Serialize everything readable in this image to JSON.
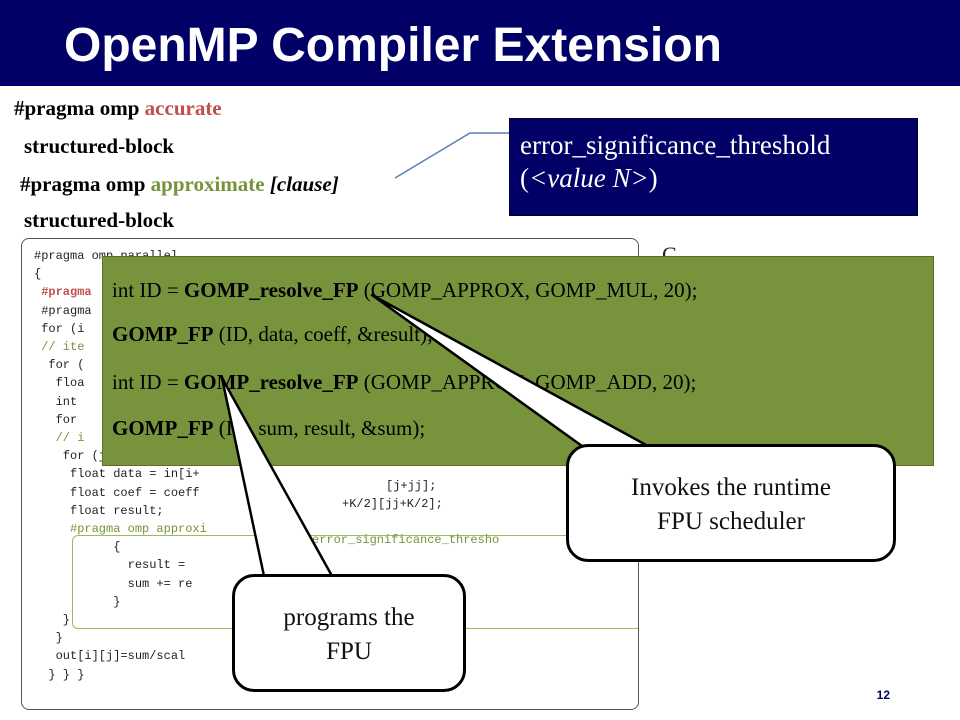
{
  "slide": {
    "title": "OpenMP Compiler Extension",
    "page_number": "12"
  },
  "syntax": {
    "line1_prefix": "#pragma omp ",
    "line1_keyword": "accurate",
    "line2": "structured-block",
    "line3_prefix": "#pragma omp ",
    "line3_keyword": "approximate",
    "line3_clause": "[clause]",
    "line4": "structured-block"
  },
  "clause_box": {
    "line1": "error_significance_threshold",
    "line2_open": "(",
    "line2_value": "<value N>",
    "line2_close": ")"
  },
  "code": {
    "lines": [
      "#pragma omp parallel",
      "{",
      " #pragma",
      " #pragma",
      " for (i",
      " // ite",
      "  for (",
      "   floa",
      "   int ",
      "   for ",
      "   // i",
      "    for (jj = -K/2; jj <= K/2; ++jj) {",
      "     float data = in[i+",
      "     float coef = coeff",
      "     float result;",
      "     #pragma omp approxi",
      "           {",
      "             result = ",
      "             sum += re",
      "           }",
      "    }",
      "   }",
      "   out[i][j]=sum/scal",
      "  } } }"
    ],
    "fragments": {
      "data_tail": "[j+jj];",
      "coef_tail": "+K/2][jj+K/2];",
      "pragma_tail": "error_significance_thresho"
    }
  },
  "right_text": "C",
  "overlay": {
    "lines": [
      {
        "prefix": "int ID = ",
        "func": "GOMP_resolve_FP",
        "suffix": " (GOMP_APPROX, GOMP_MUL, 20);"
      },
      {
        "prefix": "",
        "func": "GOMP_FP",
        "suffix": " (ID, data, coeff, &result);"
      },
      {
        "prefix": "int ID = ",
        "func": "GOMP_resolve_FP",
        "suffix": " (GOMP_APPROX, GOMP_ADD, 20);"
      },
      {
        "prefix": "",
        "func": "GOMP_FP",
        "suffix": " (ID, sum, result, &sum);"
      }
    ]
  },
  "callouts": {
    "scheduler_line1": "Invokes the runtime",
    "scheduler_line2": "FPU scheduler",
    "fpu_line1": "programs the",
    "fpu_line2": "FPU"
  },
  "colors": {
    "title_bar": "#000066",
    "accurate_keyword": "#c0504d",
    "approximate_keyword": "#77933c",
    "overlay_fill": "#77933c",
    "clause_box_fill": "#000066"
  }
}
